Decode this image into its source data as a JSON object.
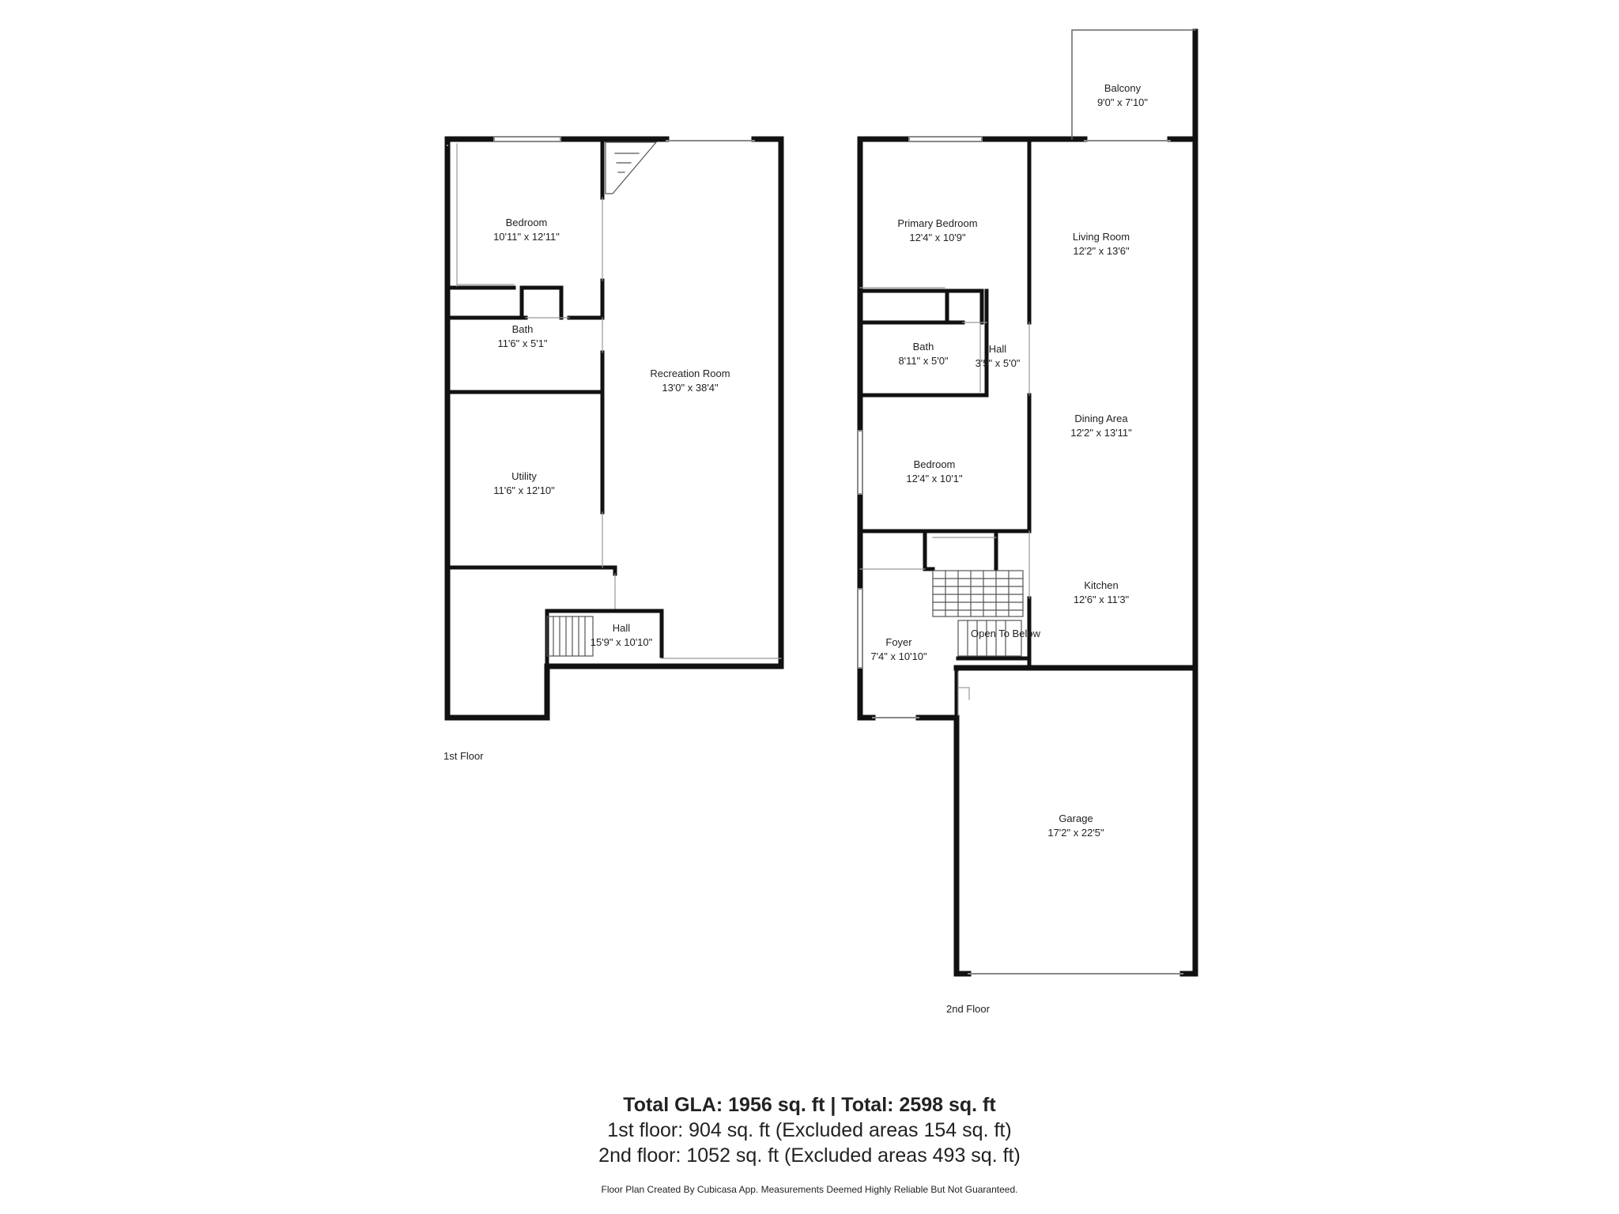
{
  "floors": [
    {
      "label": "1st Floor",
      "rooms": [
        {
          "id": "bedroom",
          "name": "Bedroom",
          "dim": "10'11\" x 12'11\""
        },
        {
          "id": "bath",
          "name": "Bath",
          "dim": "11'6\" x 5'1\""
        },
        {
          "id": "recreation",
          "name": "Recreation Room",
          "dim": "13'0\" x 38'4\""
        },
        {
          "id": "utility",
          "name": "Utility",
          "dim": "11'6\" x 12'10\""
        },
        {
          "id": "hall",
          "name": "Hall",
          "dim": "15'9\" x 10'10\""
        }
      ]
    },
    {
      "label": "2nd Floor",
      "rooms": [
        {
          "id": "balcony",
          "name": "Balcony",
          "dim": "9'0\" x 7'10\""
        },
        {
          "id": "primary-bedroom",
          "name": "Primary Bedroom",
          "dim": "12'4\" x 10'9\""
        },
        {
          "id": "living-room",
          "name": "Living Room",
          "dim": "12'2\" x 13'6\""
        },
        {
          "id": "bath",
          "name": "Bath",
          "dim": "8'11\" x 5'0\""
        },
        {
          "id": "hall",
          "name": "Hall",
          "dim": "3'5\" x 5'0\""
        },
        {
          "id": "dining-area",
          "name": "Dining Area",
          "dim": "12'2\" x 13'11\""
        },
        {
          "id": "bedroom",
          "name": "Bedroom",
          "dim": "12'4\" x 10'1\""
        },
        {
          "id": "kitchen",
          "name": "Kitchen",
          "dim": "12'6\" x 11'3\""
        },
        {
          "id": "foyer",
          "name": "Foyer",
          "dim": "7'4\" x 10'10\""
        },
        {
          "id": "open-to-below",
          "name": "Open To Below",
          "dim": ""
        },
        {
          "id": "garage",
          "name": "Garage",
          "dim": "17'2\" x 22'5\""
        }
      ]
    }
  ],
  "summary": {
    "total": "Total GLA: 1956 sq. ft | Total: 2598 sq. ft",
    "floor1": "1st floor: 904 sq. ft (Excluded areas 154 sq. ft)",
    "floor2": "2nd floor: 1052 sq. ft (Excluded areas 493 sq. ft)",
    "disclaimer": "Floor Plan Created By Cubicasa App. Measurements Deemed Highly Reliable But Not Guaranteed."
  },
  "colors": {
    "wall": "#111111",
    "background": "#ffffff",
    "text": "#222222"
  }
}
